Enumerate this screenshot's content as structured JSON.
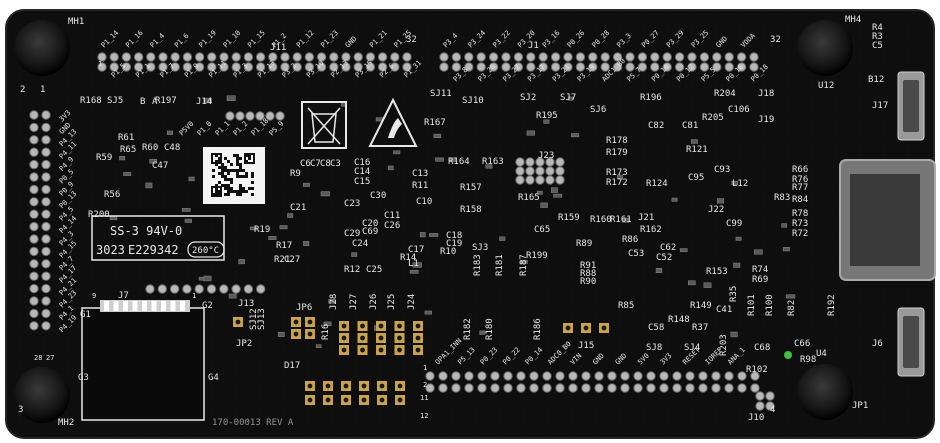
{
  "colors": {
    "pcb": "#0d0d0d",
    "pcb_edge": "#1a1a1a",
    "silkscreen": "#e8e8e8",
    "pad": "#b8b8b8",
    "gold": "#c9a44a",
    "led": "#3fbf3f"
  },
  "mounting_holes": [
    "MH1",
    "MH2",
    "MH4",
    "JP1"
  ],
  "headers": {
    "j11": {
      "ref": "J11",
      "top_labels": [
        "P1_14",
        "P1_16",
        "P1_4",
        "P1_6",
        "P1_19",
        "P1_10",
        "P1_15",
        "P1_2",
        "P1_12",
        "P1_23",
        "GND",
        "P1_21",
        "P1_25"
      ],
      "bottom_labels": [
        "P1_5",
        "P1_1",
        "P1_7",
        "P1_9",
        "P1_11",
        "P1_3",
        "P1_13",
        "P3_2",
        "P3_10",
        "P2_13",
        "P3_15",
        "P2_6",
        "P1_31"
      ],
      "pin_start": "1",
      "pin_end": "32"
    },
    "j1": {
      "ref": "J1",
      "top_labels": [
        "P3_4",
        "P3_24",
        "P3_22",
        "P3_20",
        "P3_16",
        "P0_26",
        "P0_28",
        "P3_3",
        "P0_27",
        "P3_29",
        "P3_25",
        "GND",
        "VDDA"
      ],
      "bottom_labels": [
        "P3_8",
        "P3_20",
        "P3_22",
        "P3_17",
        "P3_21",
        "P3_19",
        "ADC1_B0",
        "P5_7",
        "P0_10",
        "P0_12",
        "P5_5",
        "P0_16",
        "P0_18"
      ],
      "pin_end": "32"
    },
    "left": {
      "labels": [
        "3V3",
        "GND",
        "P4_13",
        "P4_11",
        "P4_9",
        "P0_5",
        "P0_9",
        "P0_13",
        "P4_5",
        "P4_14",
        "P4_3",
        "P4_15",
        "P4_7",
        "P4_17",
        "P4_21",
        "P4_23",
        "P4_1",
        "P4_19"
      ],
      "pin_labels": [
        "28",
        "27"
      ]
    },
    "bottom": {
      "labels": [
        "OPA1_INN",
        "P5_13",
        "P0_23",
        "P0_22",
        "P0_14",
        "ADC0_B0",
        "VIN",
        "GND",
        "GND",
        "5V0",
        "3V3",
        "RESET",
        "IOREF",
        "ANA_1"
      ],
      "pin_labels": [
        "1",
        "2",
        "11",
        "12"
      ]
    },
    "j14": {
      "ref": "J14",
      "labels": [
        "P5V0",
        "P1_0",
        "P1_1",
        "P1_2",
        "P1_18",
        "P5_9"
      ]
    },
    "j13": {
      "ref": "J13"
    },
    "j7": {
      "ref": "J7",
      "pins": [
        "9",
        "1"
      ]
    },
    "j6_right": {
      "ref": "J6"
    },
    "j17": {
      "ref": "J17"
    },
    "j10": {
      "ref": "J10"
    },
    "j15": {
      "ref": "J15"
    },
    "j23": {
      "ref": "J23"
    },
    "jumpers": [
      "JP2",
      "JP6",
      "J28",
      "J27",
      "J26",
      "J25",
      "J24",
      "J21",
      "J22",
      "J18",
      "J19"
    ]
  },
  "certification": {
    "ul_mark": "SS-3 94V-0",
    "date_code": "3023",
    "ul_file": "E229342",
    "temp": "260°C"
  },
  "components": {
    "refs_top": [
      "R168",
      "SJ5",
      "R197",
      "SJ11",
      "SJ10",
      "SJ2",
      "SJ7",
      "SJ6",
      "R196",
      "R204",
      "R205",
      "C106",
      "C82",
      "C81",
      "U12",
      "B12",
      "C5",
      "R4",
      "R3"
    ],
    "refs_mid": [
      "R61",
      "C47",
      "R60",
      "C48",
      "R59",
      "R56",
      "R200",
      "R19",
      "R9",
      "C6",
      "C21",
      "C7",
      "C8",
      "C3",
      "C23",
      "C16",
      "C14",
      "C15",
      "C13",
      "R11",
      "C30",
      "C20",
      "C69",
      "C11",
      "C26",
      "C10",
      "C18",
      "C19",
      "R10",
      "C29",
      "C24",
      "R12",
      "C25",
      "R17",
      "R21",
      "C27",
      "R14",
      "C17",
      "L1",
      "R164",
      "R163",
      "R157",
      "R158",
      "R165",
      "C65",
      "R159",
      "R160",
      "R161",
      "R162",
      "R178",
      "R172",
      "R179",
      "R173",
      "R121",
      "C95",
      "C93",
      "L12",
      "R124",
      "R66",
      "R76",
      "R77",
      "R84",
      "R83",
      "R78",
      "R73",
      "R72",
      "R74",
      "R69",
      "R195",
      "R167",
      "C62",
      "R86",
      "C53",
      "R89",
      "R91",
      "R88",
      "R90",
      "C52",
      "R153",
      "C99",
      "R65"
    ],
    "refs_bottom": [
      "R182",
      "R180",
      "R183",
      "R181",
      "R199",
      "R187",
      "R186",
      "SJ3",
      "SJ8",
      "SJ4",
      "C58",
      "R85",
      "R148",
      "R149",
      "R37",
      "C41",
      "R35",
      "R101",
      "R100",
      "C66",
      "R82",
      "R192",
      "U4",
      "R203",
      "C68",
      "R102",
      "R98",
      "D17",
      "R16",
      "SJ12",
      "SJ13",
      "G1",
      "G2",
      "G3",
      "G4"
    ],
    "misc_labels": [
      "B",
      "A",
      "1",
      "2",
      "3",
      "4"
    ]
  },
  "part_number": "170-00013 REV A"
}
